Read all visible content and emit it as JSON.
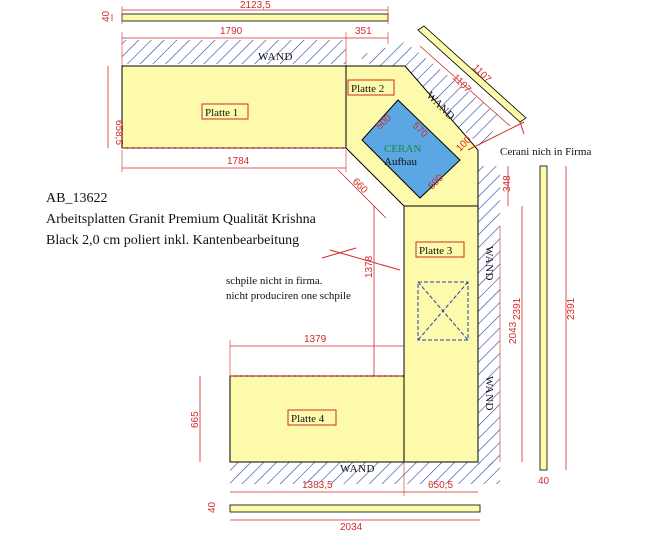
{
  "title_block": {
    "code": "AB_13622",
    "line1": "Arbeitsplatten Granit Premium Qualität Krishna",
    "line2": "Black 2,0 cm poliert inkl. Kantenbearbeitung"
  },
  "plates": [
    "Platte 1",
    "Platte 2",
    "Platte 3",
    "Platte 4"
  ],
  "ceran": {
    "line1": "CERAN",
    "line2": "Aufbau"
  },
  "wall_label": "WAND",
  "notes": {
    "cerani": "Cerani nich in Firma",
    "schpile1": "schpile nicht in firma.",
    "schpile2": "nicht produciren one schpile"
  },
  "dims": {
    "top_strip_len": "2123,5",
    "top_strip_h": "40",
    "d1790": "1790",
    "d351": "351",
    "d658": "658,5",
    "d1784": "1784",
    "d660": "660",
    "d500a": "500",
    "d570": "570",
    "d500b": "500",
    "d100": "100",
    "diag1107a": "1107",
    "diag1107b": "1107",
    "d348": "348",
    "d2391a": "2391",
    "d2391b": "2391",
    "d2043": "2043",
    "d1378": "1378",
    "d1379": "1379",
    "d665": "665",
    "d1383": "1383,5",
    "d650": "650,5",
    "right_strip_w": "40",
    "bottom_strip_h": "40",
    "bottom_strip_len": "2034"
  },
  "colors": {
    "plate_fill": "#fdfbab",
    "ceran_fill": "#5aa7e4",
    "dim_red": "#d42a2a",
    "hatch_blue": "#2b3fa8",
    "ceran_text": "#1a8a3a"
  }
}
